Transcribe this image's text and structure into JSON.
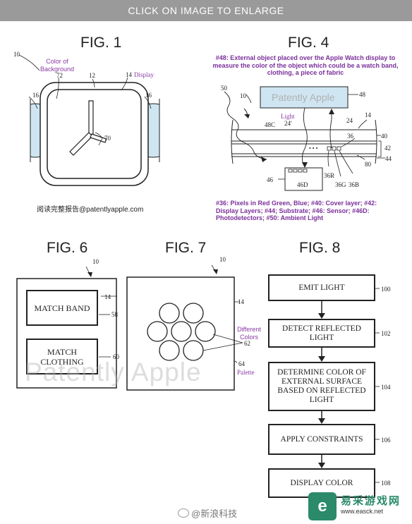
{
  "top_bar": {
    "label": "CLICK ON IMAGE TO ENLARGE"
  },
  "fig1": {
    "title": "FIG. 1",
    "ref_10": "10",
    "ref_72": "72",
    "ref_12": "12",
    "ref_14": "14",
    "ref_16_left": "16",
    "ref_16_right": "16",
    "ref_70": "70",
    "label_background": "Color of Background",
    "label_display": "Display",
    "caption": "阅读完整报告@patentlyapple.com"
  },
  "fig4": {
    "title": "FIG. 4",
    "caption_top": "#48: External object placed over the Apple Watch display to measure the color of the object which could be a watch band, clothing, a piece of fabric",
    "box_label": "Patently Apple",
    "ref_48": "48",
    "ref_50": "50",
    "ref_10": "10",
    "ref_48C": "48C",
    "ref_24a": "24'",
    "ref_24": "24",
    "ref_14": "14",
    "ref_36": "36",
    "ref_40": "40",
    "ref_42": "42",
    "ref_44": "44",
    "ref_46": "46",
    "ref_46D": "46D",
    "ref_36R": "36R",
    "ref_36G": "36G",
    "ref_36B": "36B",
    "ref_80": "80",
    "light_label": "Light",
    "dots": "• • •",
    "caption_bottom": "#36: Pixels in Red Green, Blue; #40: Cover layer; #42: Display Layers; #44; Substrate; #46: Sensor; #46D: Photodetectors; #50: Ambient Light"
  },
  "fig6": {
    "title": "FIG. 6",
    "ref_10": "10",
    "ref_14": "14",
    "ref_58": "58",
    "ref_60": "60",
    "match_band": "MATCH BAND",
    "match_clothing": "MATCH CLOTHING"
  },
  "fig7": {
    "title": "FIG. 7",
    "ref_10": "10",
    "ref_14": "14",
    "ref_62": "62",
    "ref_64": "64",
    "label_colors": "Different Colors",
    "label_palette": "Palette"
  },
  "fig8": {
    "title": "FIG. 8",
    "steps": [
      {
        "label": "EMIT LIGHT",
        "ref": "100"
      },
      {
        "label": "DETECT REFLECTED LIGHT",
        "ref": "102"
      },
      {
        "label": "DETERMINE COLOR OF EXTERNAL SURFACE BASED ON REFLECTED LIGHT",
        "ref": "104"
      },
      {
        "label": "APPLY CONSTRAINTS",
        "ref": "106"
      },
      {
        "label": "DISPLAY COLOR",
        "ref": "108"
      }
    ]
  },
  "watermark": "Patently Apple",
  "weibo_credit": "@新浪科技",
  "site_logo": {
    "mark": "e",
    "name": "易采游戏网",
    "url": "www.easck.net"
  }
}
